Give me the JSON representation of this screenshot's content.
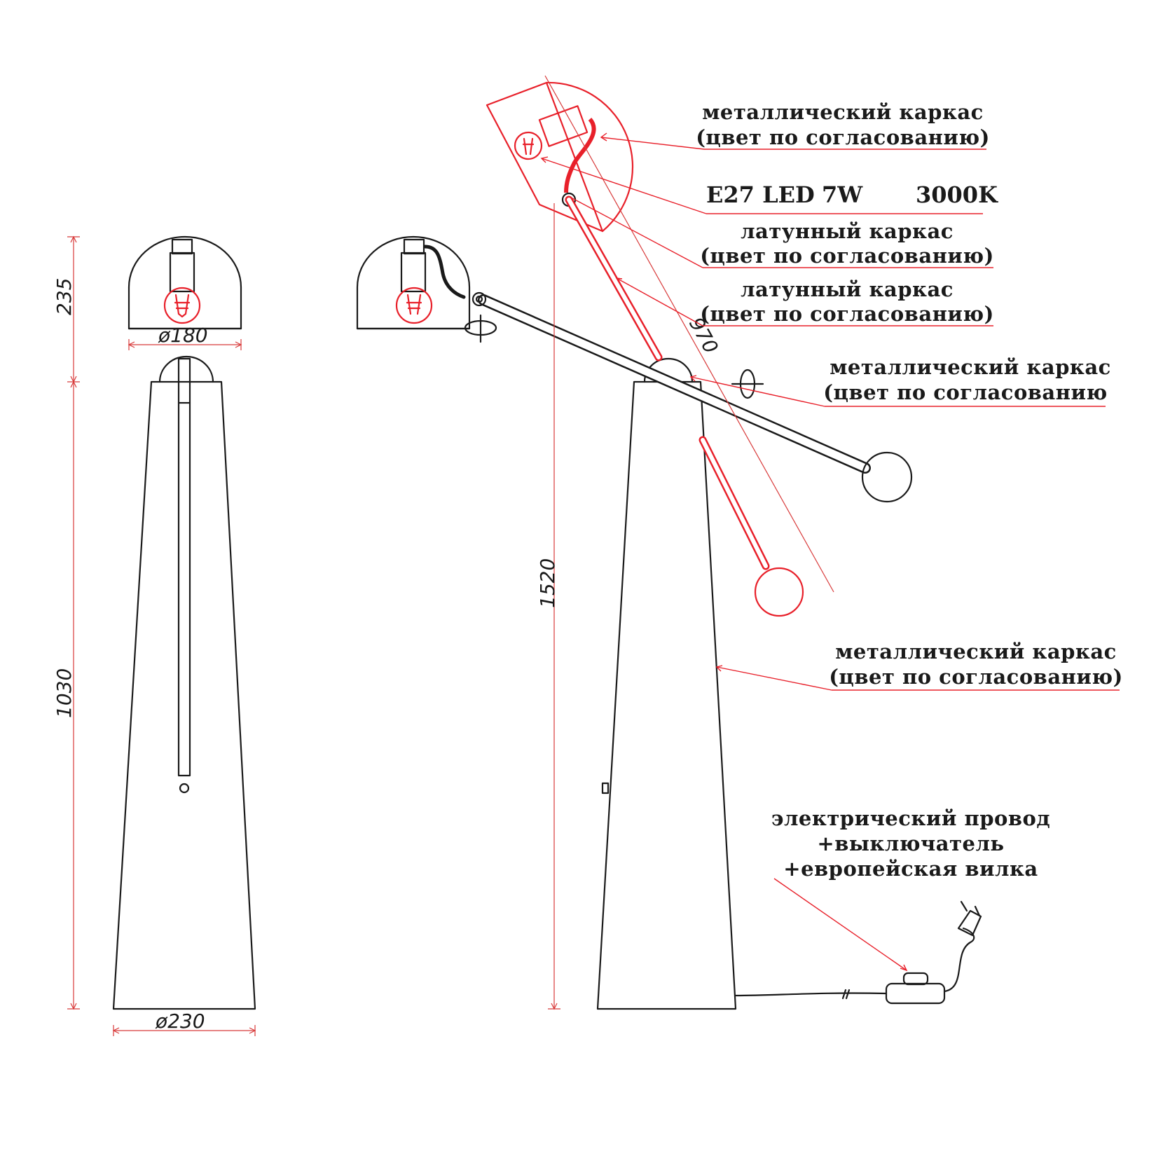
{
  "dimensions": {
    "shade_height": "235",
    "shade_diameter": "ø180",
    "body_height": "1030",
    "base_diameter": "ø230",
    "total_height": "1520",
    "arm_length": "970"
  },
  "callouts": {
    "metal_frame_1": [
      "металлический каркас",
      "(цвет по согласованию)"
    ],
    "lamp_spec": [
      "E27 LED",
      "7W",
      "3000K"
    ],
    "brass_frame_1": [
      "латунный каркас",
      "(цвет по согласованию)"
    ],
    "brass_frame_2": [
      "латунный каркас",
      "(цвет по согласованию)"
    ],
    "metal_frame_2": [
      "металлический каркас",
      "(цвет по согласованию"
    ],
    "metal_frame_3": [
      "металлический каркас",
      "(цвет по согласованию)"
    ],
    "wiring": [
      "электрический провод",
      "+выключатель",
      "+европейская вилка"
    ]
  },
  "colors": {
    "line": "#1a1a1a",
    "accent": "#e8202a"
  }
}
